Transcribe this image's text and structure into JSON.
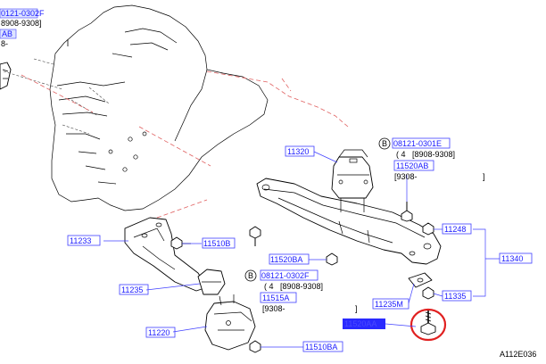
{
  "labels": {
    "top_left_code": "0121-0302F",
    "top_left_range": "8908-9308]",
    "top_left_b": "8-",
    "top_left_ab": "AB",
    "p11320": "11320",
    "b_circle_1": "B",
    "p08121_0301e": "08121-0301E",
    "r1_qty": "( 4",
    "r1_range": "[8908-9308]",
    "p11520ab": "11520AB",
    "r1_later": "[9308-",
    "r1_close": "]",
    "p11248": "11248",
    "p11233": "11233",
    "p11510b": "11510B",
    "p11520ba": "11520BA",
    "p11340": "11340",
    "b_circle_2": "B",
    "p08121_0302f": "08121-0302F",
    "r2_qty": "( 4",
    "r2_range": "[8908-9308]",
    "p11515a": "11515A",
    "p11235": "11235",
    "r2_later": "[9308-",
    "r2_close": "]",
    "p11235m": "11235M",
    "p11335": "11335",
    "p11520aa": "11520AA",
    "p11220": "11220",
    "p11510ba": "11510BA",
    "figure_id": "A112E036"
  },
  "colors": {
    "part_code": "#1a1aff",
    "highlight": "#e02020",
    "leader": "#4040ff",
    "phantom": "#e06060"
  },
  "highlighted_part": "11520AA"
}
